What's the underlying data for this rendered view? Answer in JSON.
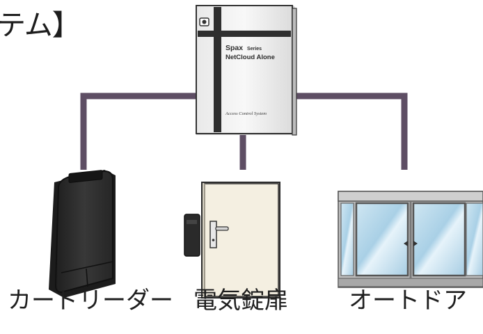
{
  "heading": "テム】",
  "controller": {
    "series_line": "Spax Series",
    "series_brand": "Spax",
    "series_word": "Series",
    "model_line": "NetCloud Alone",
    "system_label": "Access Control System"
  },
  "devices": [
    {
      "label": "カードリーダー"
    },
    {
      "label": "電気錠扉"
    },
    {
      "label": "オートドア"
    }
  ],
  "colors": {
    "connector": "#5e4e64",
    "door_panel": "#f4efe1",
    "reader_body": "#2b2b2b",
    "glass": "#b9d9ea",
    "frame": "#b4b4b4"
  }
}
